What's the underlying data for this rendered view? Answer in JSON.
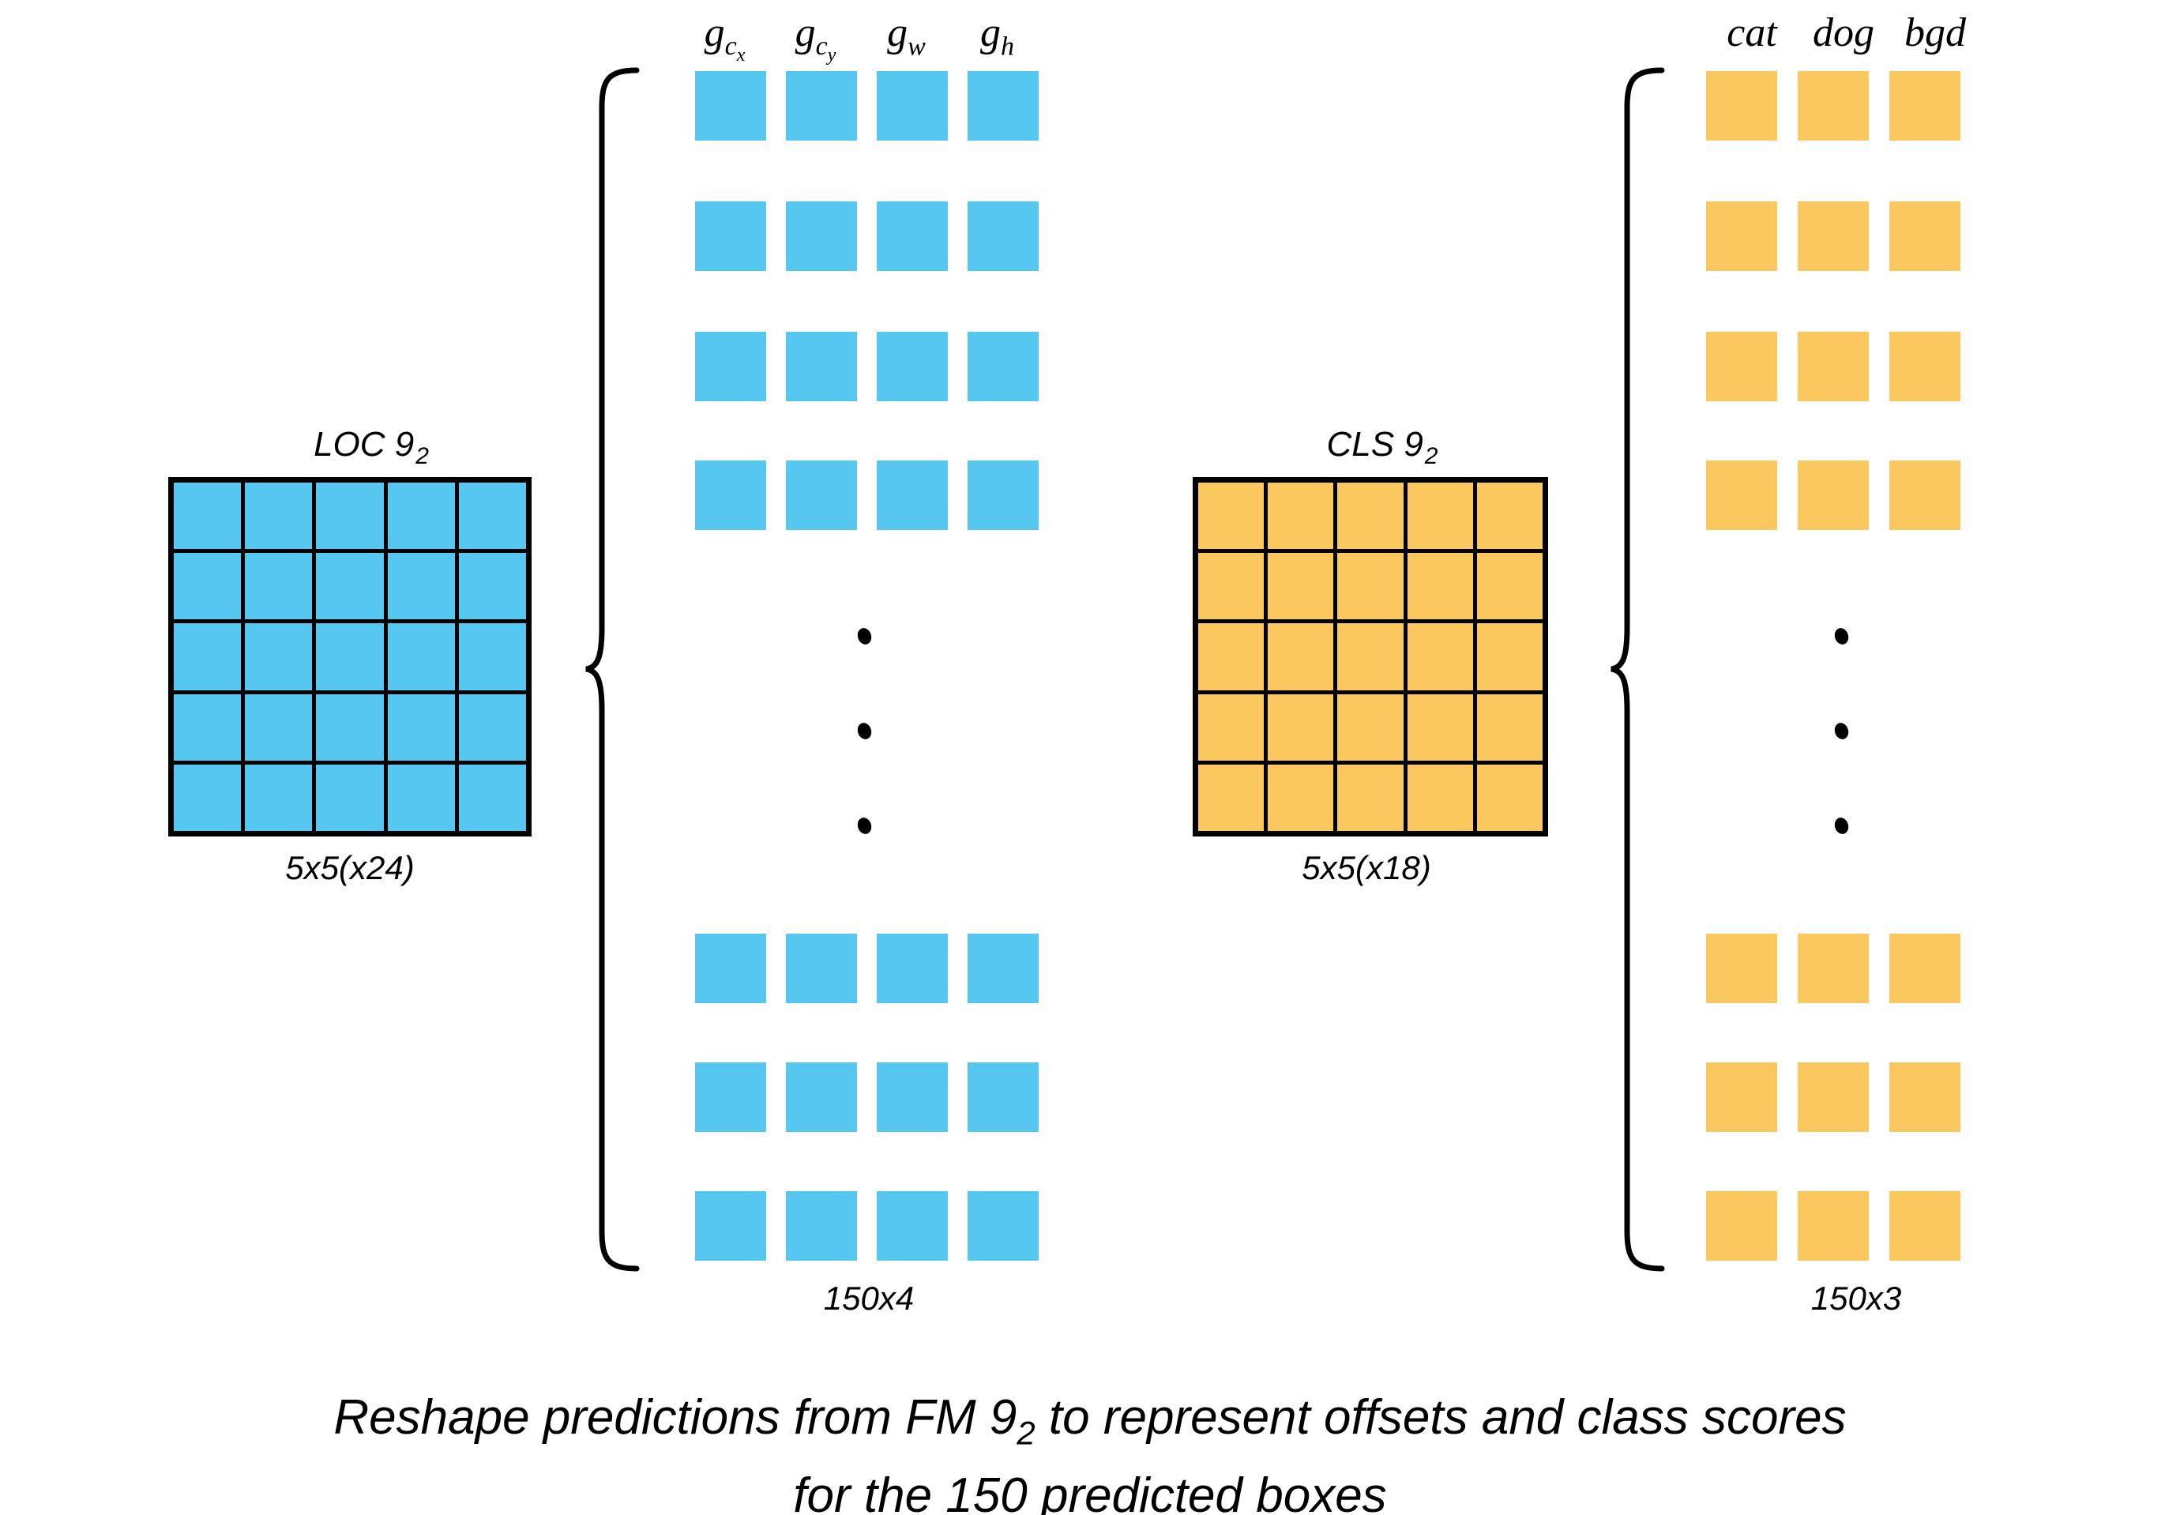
{
  "figure": {
    "caption_line1_part1": "Reshape predictions from FM 9",
    "caption_line1_sub": "2",
    "caption_line1_part2": " to represent offsets and class scores",
    "caption_line2": "for the 150 predicted boxes"
  },
  "loc_branch": {
    "grid_title_text": "LOC 9",
    "grid_title_sub": "2",
    "grid_caption": "5x5(x24)",
    "grid_rows": 5,
    "grid_cols": 5,
    "grid_color": "#55C7F0",
    "column_headers": [
      {
        "base": "g",
        "sub": "c",
        "sub2": "x"
      },
      {
        "base": "g",
        "sub": "c",
        "sub2": "y"
      },
      {
        "base": "g",
        "sub": "w",
        "sub2": ""
      },
      {
        "base": "g",
        "sub": "h",
        "sub2": ""
      }
    ],
    "reshape_caption": "150x4",
    "top_rows": 4,
    "bottom_rows": 3,
    "cols": 4
  },
  "cls_branch": {
    "grid_title_text": "CLS 9",
    "grid_title_sub": "2",
    "grid_caption": "5x5(x18)",
    "grid_rows": 5,
    "grid_cols": 5,
    "grid_color": "#FBC85F",
    "column_headers": [
      {
        "base": "cat",
        "sub": "",
        "sub2": ""
      },
      {
        "base": "dog",
        "sub": "",
        "sub2": ""
      },
      {
        "base": "bgd",
        "sub": "",
        "sub2": ""
      }
    ],
    "reshape_caption": "150x3",
    "top_rows": 4,
    "bottom_rows": 3,
    "cols": 3
  },
  "colors": {
    "blue": "#55C7F0",
    "yellow": "#FBC85F",
    "stroke": "#000000",
    "background": "#FFFFFF"
  },
  "ellipsis": {
    "dots": 3,
    "symbol": "vertical-ellipsis"
  }
}
